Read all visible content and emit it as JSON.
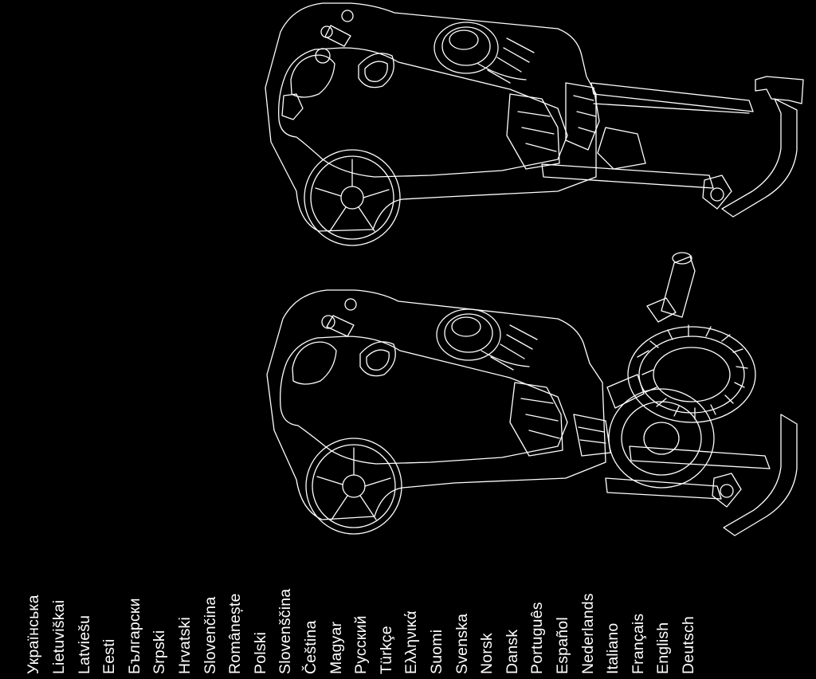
{
  "languages": [
    "Deutsch",
    "English",
    "Français",
    "Italiano",
    "Nederlands",
    "Español",
    "Português",
    "Dansk",
    "Norsk",
    "Svenska",
    "Suomi",
    "Ελληνικά",
    "Türkçe",
    "Русский",
    "Magyar",
    "Čeština",
    "Slovenščina",
    "Polski",
    "Românește",
    "Slovenčina",
    "Hrvatski",
    "Srpski",
    "Български",
    "Eesti",
    "Latviešu",
    "Lietuviškai",
    "Українська"
  ],
  "colors": {
    "background": "#000000",
    "line_art": "#ffffff",
    "text": "#ffffff"
  },
  "illustrations": [
    {
      "name": "pressure-washer-without-hose-reel"
    },
    {
      "name": "pressure-washer-with-hose-reel"
    }
  ]
}
